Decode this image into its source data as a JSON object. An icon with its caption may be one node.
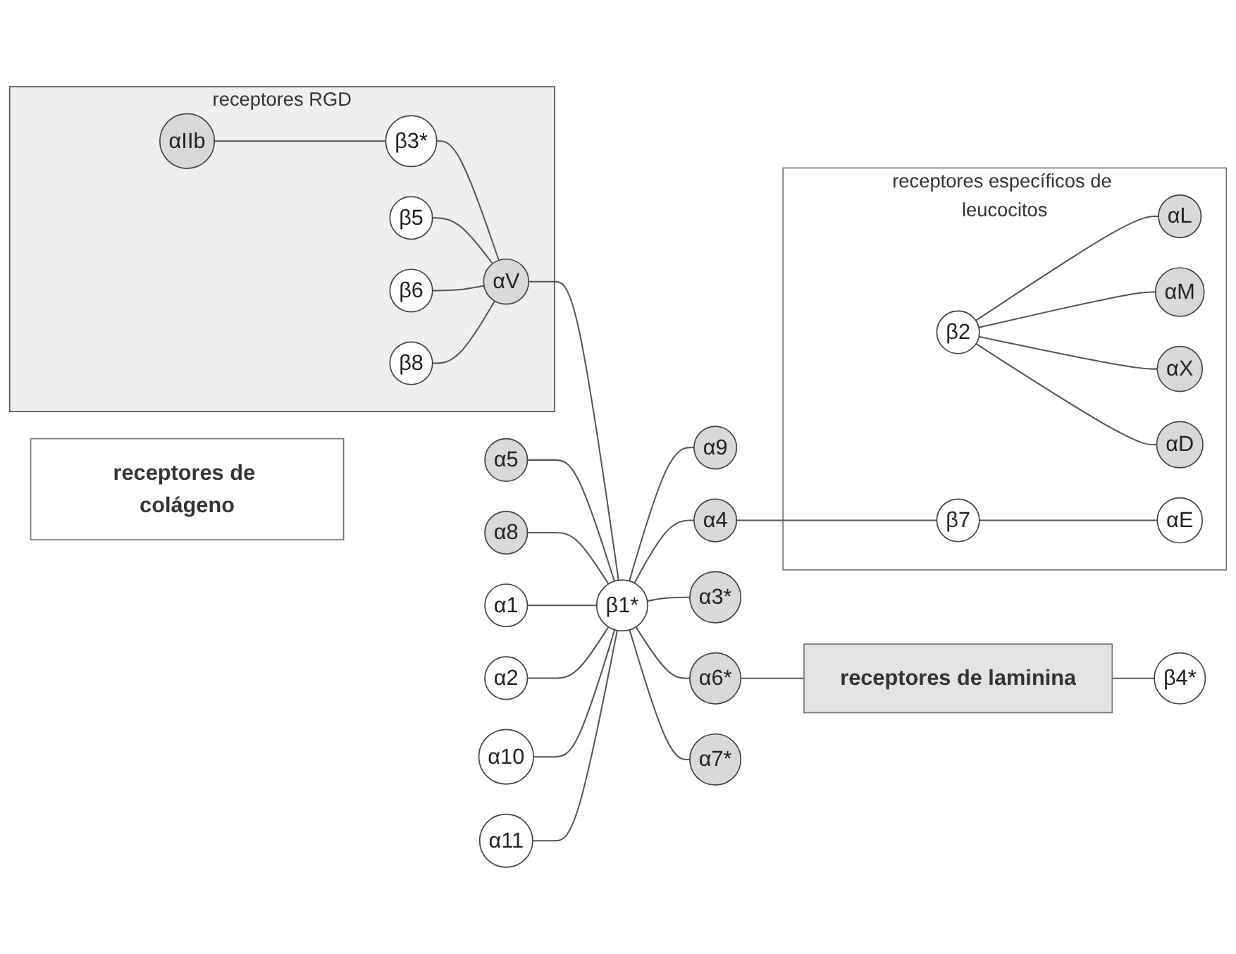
{
  "diagram": {
    "nodes": [
      {
        "text": [
          "receptores RGD"
        ]
      },
      {
        "text": [
          "αIIb"
        ],
        "in": 0
      },
      {
        "text": [
          "β3*"
        ],
        "in": 0
      },
      {
        "text": [
          "β5"
        ],
        "in": 0
      },
      {
        "text": [
          "β6"
        ],
        "in": 0
      },
      {
        "text": [
          "β8"
        ],
        "in": 0
      },
      {
        "text": [
          "αV"
        ],
        "in": 0
      },
      {
        "text": [
          "receptores de colágeno"
        ]
      },
      {
        "text": [
          "receptores específicos de leucocitos"
        ]
      },
      {
        "text": [
          "α1"
        ]
      },
      {
        "text": [
          "α2"
        ]
      },
      {
        "text": [
          "α10"
        ]
      },
      {
        "text": [
          "α11"
        ]
      },
      {
        "text": [
          "α5"
        ]
      },
      {
        "text": [
          "β1*"
        ]
      },
      {
        "text": [
          "α9"
        ]
      },
      {
        "text": [
          "α8"
        ]
      },
      {
        "text": [
          "α4"
        ]
      },
      {
        "text": [
          "α3*"
        ]
      },
      {
        "text": [
          "α6*"
        ]
      },
      {
        "text": [
          "α7*"
        ]
      },
      {
        "text": [
          "β2"
        ],
        "in": 8
      },
      {
        "text": [
          "αL"
        ],
        "in": 8
      },
      {
        "text": [
          "αM"
        ],
        "in": 8
      },
      {
        "text": [
          "αX"
        ],
        "in": 8
      },
      {
        "text": [
          "αD"
        ],
        "in": 8
      },
      {
        "text": [
          "β7"
        ],
        "in": 8
      },
      {
        "text": [
          "αE"
        ],
        "in": 8
      },
      {
        "text": [
          "receptores de laminina"
        ]
      },
      {
        "text": [
          "β4*"
        ]
      }
    ],
    "edges": [
      {
        "from": 1,
        "to": 2,
        "arrow": "none"
      },
      {
        "from": 2,
        "to": 6,
        "arrow": "none"
      },
      {
        "from": 3,
        "to": 6,
        "arrow": "none"
      },
      {
        "from": 4,
        "to": 6,
        "arrow": "none"
      },
      {
        "from": 5,
        "to": 6,
        "arrow": "none"
      },
      {
        "from": 6,
        "to": 14,
        "arrow": "none"
      },
      {
        "from": 13,
        "to": 14,
        "arrow": "none"
      },
      {
        "from": 16,
        "to": 14,
        "arrow": "none"
      },
      {
        "from": 9,
        "to": 14,
        "arrow": "none"
      },
      {
        "from": 10,
        "to": 14,
        "arrow": "none"
      },
      {
        "from": 11,
        "to": 14,
        "arrow": "none"
      },
      {
        "from": 12,
        "to": 14,
        "arrow": "none"
      },
      {
        "from": 14,
        "to": 15,
        "arrow": "none"
      },
      {
        "from": 14,
        "to": 17,
        "arrow": "none"
      },
      {
        "from": 14,
        "to": 20,
        "arrow": "none"
      },
      {
        "from": 14,
        "to": 19,
        "arrow": "none"
      },
      {
        "from": 14,
        "to": 18,
        "arrow": "none"
      },
      {
        "from": 17,
        "to": 26,
        "arrow": "none"
      },
      {
        "from": 26,
        "to": 27,
        "arrow": "none"
      },
      {
        "from": 21,
        "to": 22,
        "arrow": "none"
      },
      {
        "from": 21,
        "to": 23,
        "arrow": "none"
      },
      {
        "from": 21,
        "to": 24,
        "arrow": "none"
      },
      {
        "from": 21,
        "to": 25,
        "arrow": "none"
      },
      {
        "from": 19,
        "to": 28,
        "arrow": "none"
      },
      {
        "from": 28,
        "to": 29,
        "arrow": "none"
      }
    ]
  }
}
